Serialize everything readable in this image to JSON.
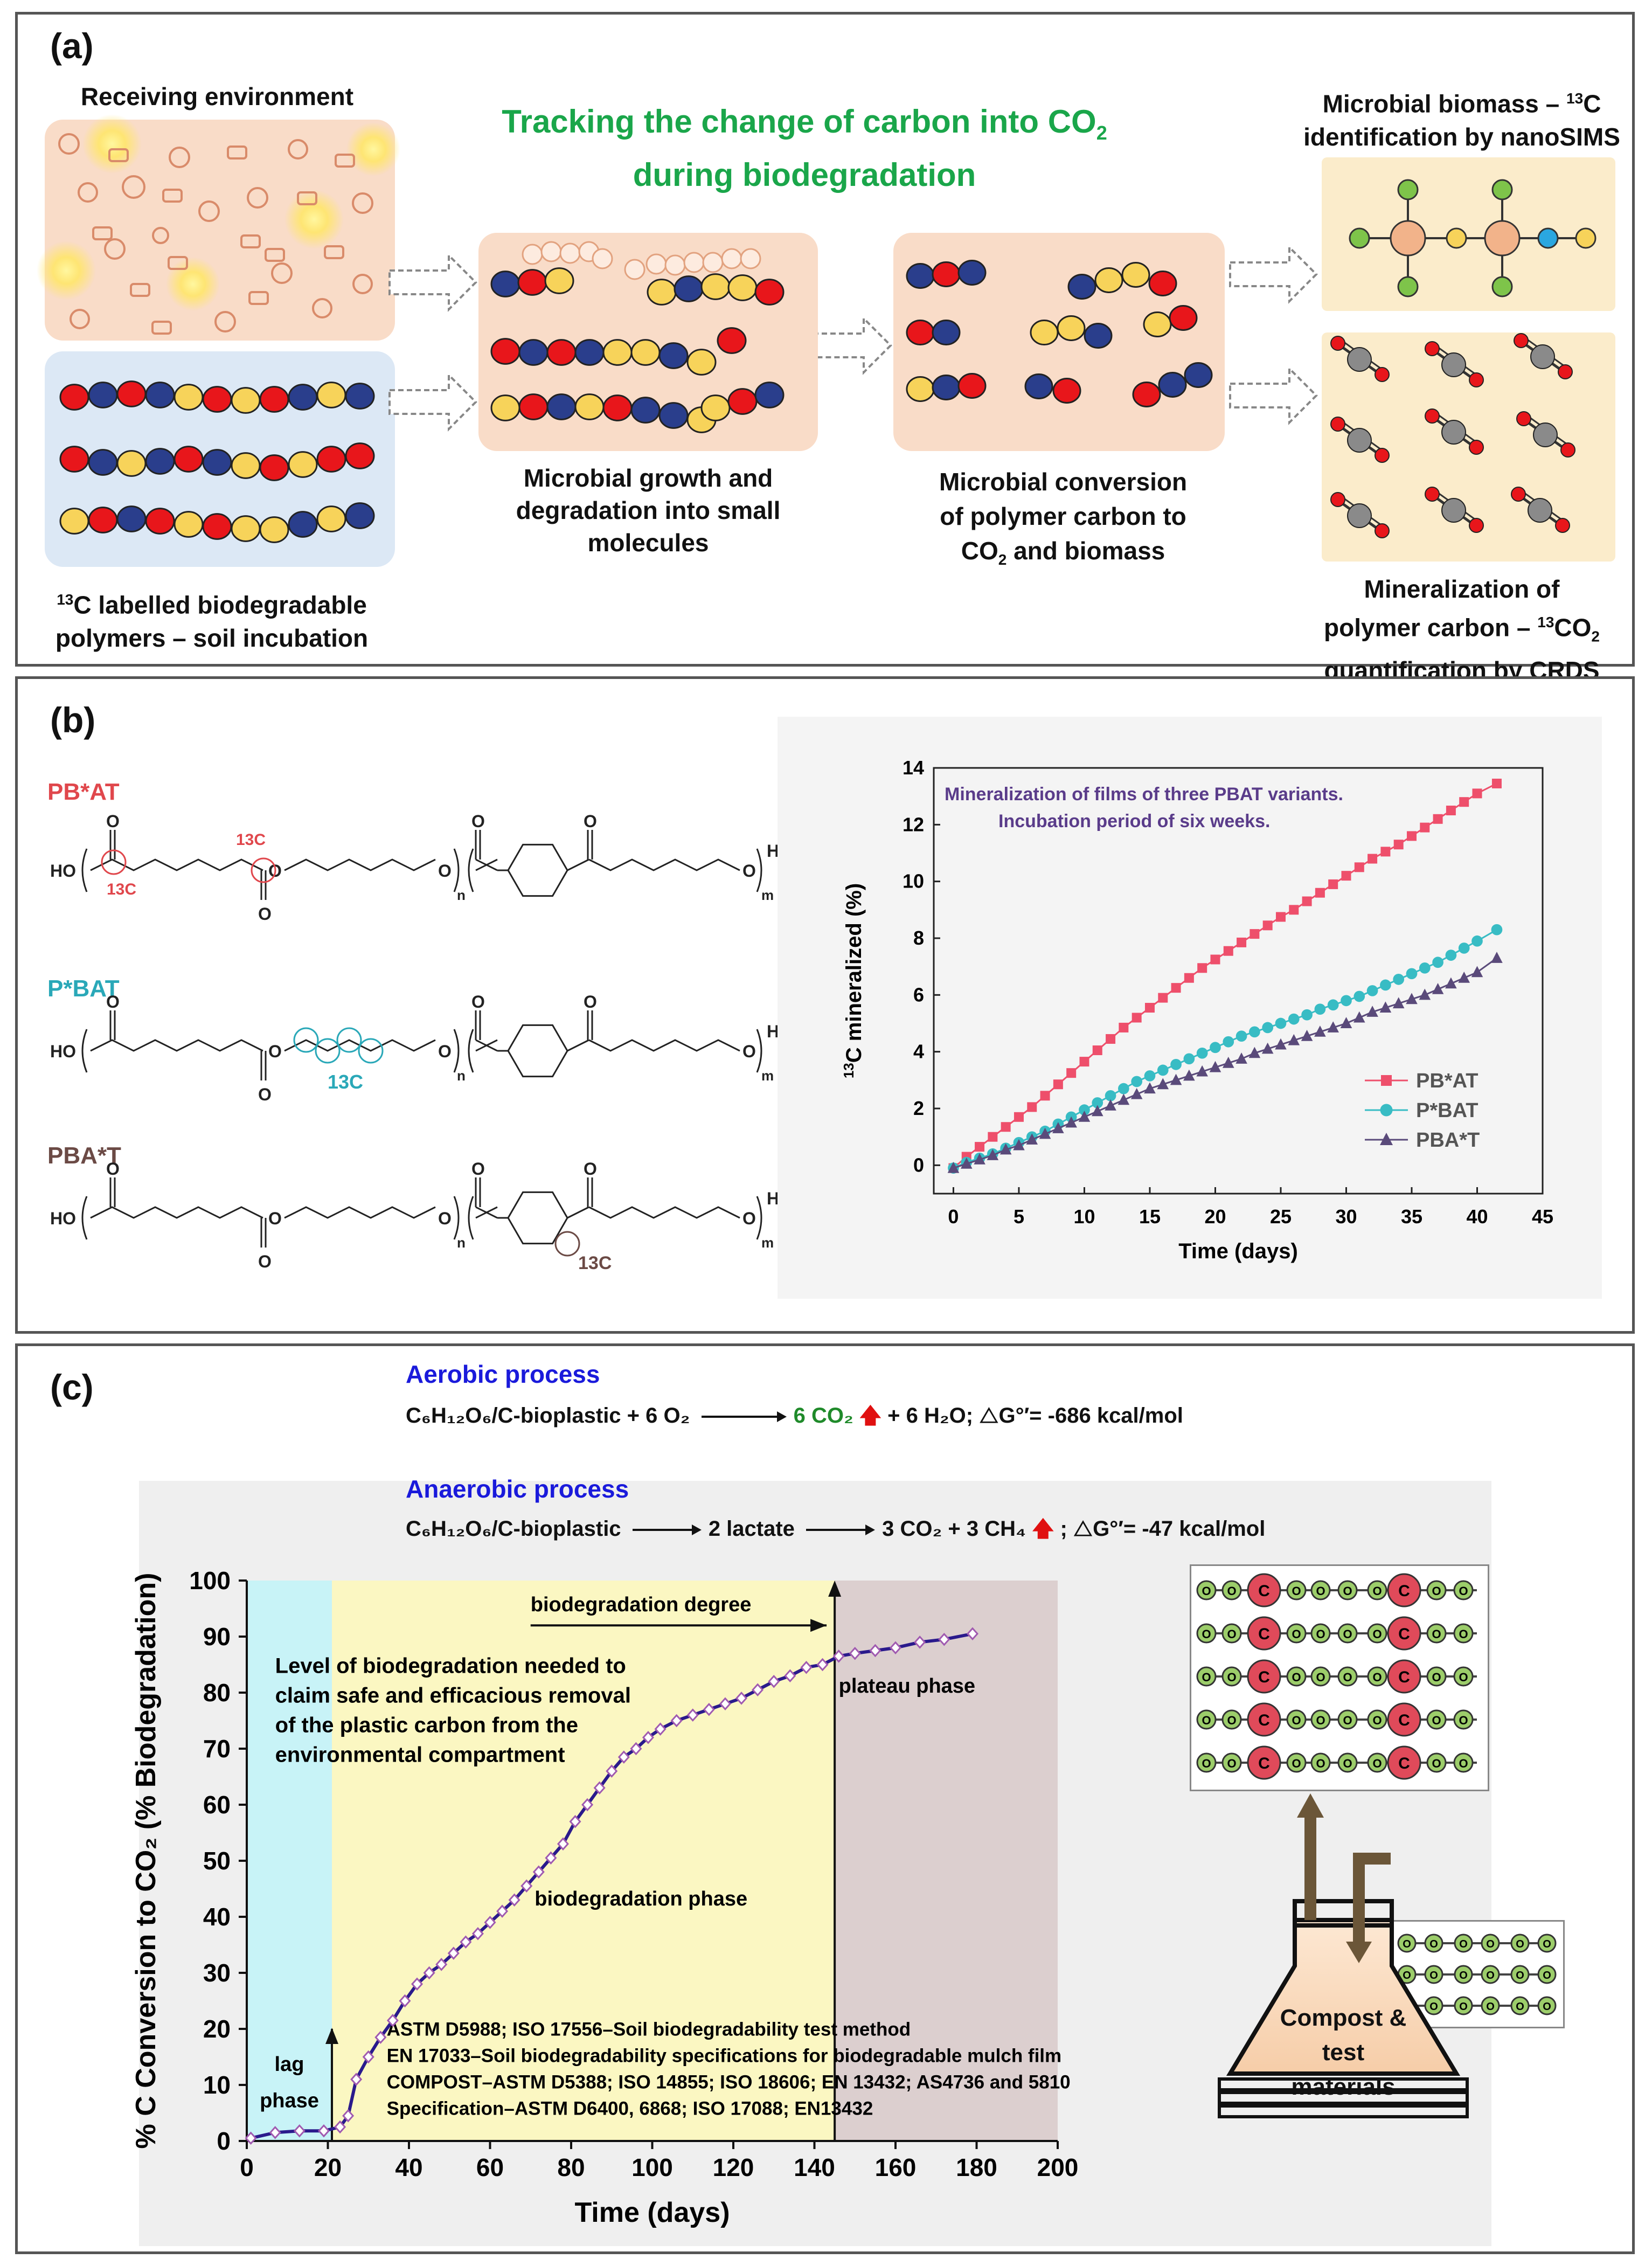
{
  "panel_a": {
    "label": "(a)",
    "receiving_env": "Receiving environment",
    "title_line1": "Tracking the change of carbon into CO",
    "title_line1_sub": "2",
    "title_line2": "during biodegradation",
    "labelled_line1_sup": "13",
    "labelled_line1": "C labelled biodegradable",
    "labelled_line2": "polymers – soil incubation",
    "growth_line1": "Microbial growth and",
    "growth_line2": "degradation into small",
    "growth_line3": "molecules",
    "conv_line1": "Microbial conversion",
    "conv_line2": "of polymer carbon to",
    "conv_line3a": "CO",
    "conv_line3_sub": "2",
    "conv_line3b": " and biomass",
    "biomass_line1a": "Microbial biomass – ",
    "biomass_line1_sup": "13",
    "biomass_line1b": "C",
    "biomass_line2": "identification by nanoSIMS",
    "miner_line1": "Mineralization of",
    "miner_line2a": "polymer carbon – ",
    "miner_line2_sup": "13",
    "miner_line2b": "CO",
    "miner_line2_sub": "2",
    "miner_line3": "quantification by CRDS",
    "colors": {
      "title_green": "#1aa64a",
      "soil_bg": "#f9dcc8",
      "polymer_bg": "#dce8f5",
      "biomass_bg": "#fbeccb",
      "red": "#e8161b",
      "blue": "#2a3e8c",
      "yellow": "#f7d35a",
      "gray": "#8a8a8a"
    }
  },
  "panel_b": {
    "label": "(b)",
    "struct1_name": "PB*AT",
    "struct2_name": "P*BAT",
    "struct3_name": "PBA*T",
    "ho": "HO",
    "h": "H",
    "o": "O",
    "n": "n",
    "m": "m",
    "c13_sup": "13",
    "c13_c": "C",
    "colors": {
      "pbat_red": "#e0474c",
      "pbat_cyan": "#2aa8b8",
      "pbat_brown": "#6b4a45"
    }
  },
  "chart_b": {
    "type": "line",
    "annotation1": "Mineralization of films of three PBAT variants.",
    "annotation2": "Incubation period of six weeks.",
    "xlabel": "Time (days)",
    "ylabel_sup": "13",
    "ylabel": "C mineralized (%)",
    "x_ticks": [
      "0",
      "5",
      "10",
      "15",
      "20",
      "25",
      "30",
      "35",
      "40",
      "45"
    ],
    "y_ticks": [
      "0",
      "2",
      "4",
      "6",
      "8",
      "10",
      "12",
      "14"
    ],
    "xlim": [
      -1.5,
      45
    ],
    "ylim": [
      -1,
      14
    ],
    "series": [
      {
        "name": "PB*AT",
        "color": "#ee4f6b",
        "marker": "square",
        "x": [
          0,
          1,
          2,
          3,
          4,
          5,
          6,
          7,
          8,
          9,
          10,
          11,
          12,
          13,
          14,
          15,
          16,
          17,
          18,
          19,
          20,
          21,
          22,
          23,
          24,
          25,
          26,
          27,
          28,
          29,
          30,
          31,
          32,
          33,
          34,
          35,
          36,
          37,
          38,
          39,
          40,
          41.5
        ],
        "values": [
          -0.1,
          0.3,
          0.65,
          1.0,
          1.35,
          1.7,
          2.05,
          2.45,
          2.85,
          3.25,
          3.65,
          4.05,
          4.45,
          4.85,
          5.2,
          5.55,
          5.9,
          6.25,
          6.6,
          6.95,
          7.25,
          7.55,
          7.85,
          8.15,
          8.45,
          8.75,
          9.0,
          9.3,
          9.6,
          9.9,
          10.2,
          10.5,
          10.8,
          11.05,
          11.3,
          11.6,
          11.9,
          12.2,
          12.5,
          12.8,
          13.1,
          13.45
        ]
      },
      {
        "name": "P*BAT",
        "color": "#38bcc4",
        "marker": "circle",
        "x": [
          0,
          1,
          2,
          3,
          4,
          5,
          6,
          7,
          8,
          9,
          10,
          11,
          12,
          13,
          14,
          15,
          16,
          17,
          18,
          19,
          20,
          21,
          22,
          23,
          24,
          25,
          26,
          27,
          28,
          29,
          30,
          31,
          32,
          33,
          34,
          35,
          36,
          37,
          38,
          39,
          40,
          41.5
        ],
        "values": [
          -0.1,
          0.1,
          0.25,
          0.4,
          0.6,
          0.8,
          1.0,
          1.2,
          1.45,
          1.7,
          1.95,
          2.2,
          2.45,
          2.7,
          2.95,
          3.15,
          3.35,
          3.55,
          3.75,
          3.95,
          4.15,
          4.35,
          4.55,
          4.7,
          4.85,
          5.0,
          5.15,
          5.3,
          5.5,
          5.65,
          5.8,
          5.95,
          6.15,
          6.35,
          6.55,
          6.75,
          6.95,
          7.15,
          7.4,
          7.65,
          7.9,
          8.3
        ]
      },
      {
        "name": "PBA*T",
        "color": "#5a4a7a",
        "marker": "triangle",
        "x": [
          0,
          1,
          2,
          3,
          4,
          5,
          6,
          7,
          8,
          9,
          10,
          11,
          12,
          13,
          14,
          15,
          16,
          17,
          18,
          19,
          20,
          21,
          22,
          23,
          24,
          25,
          26,
          27,
          28,
          29,
          30,
          31,
          32,
          33,
          34,
          35,
          36,
          37,
          38,
          39,
          40,
          41.5
        ],
        "values": [
          -0.1,
          0.05,
          0.2,
          0.35,
          0.55,
          0.7,
          0.9,
          1.1,
          1.3,
          1.5,
          1.7,
          1.9,
          2.1,
          2.3,
          2.5,
          2.7,
          2.85,
          3.0,
          3.15,
          3.3,
          3.45,
          3.6,
          3.75,
          3.95,
          4.1,
          4.25,
          4.4,
          4.55,
          4.7,
          4.85,
          5.0,
          5.2,
          5.4,
          5.55,
          5.7,
          5.85,
          6.0,
          6.2,
          6.4,
          6.6,
          6.8,
          7.3
        ]
      }
    ]
  },
  "panel_c": {
    "label": "(c)",
    "aerobic_title": "Aerobic process",
    "aerobic_lhs": "C₆H₁₂O₆/C-bioplastic  +  6 O₂",
    "aerobic_co2": "6 CO₂",
    "aerobic_rest": "+  6 H₂O;  △G°′= -686 kcal/mol",
    "anaerobic_title": "Anaerobic process",
    "anaerobic_lhs": "C₆H₁₂O₆/C-bioplastic",
    "anaerobic_mid": "2 lactate",
    "anaerobic_rhs": "3 CO₂  +  3 CH₄",
    "anaerobic_dg": ";  △G°′= -47 kcal/mol",
    "compost_line1": "Compost &",
    "compost_line2": "test",
    "compost_line3": "materials",
    "c_letter": "C",
    "o_letter": "O",
    "colors": {
      "blue_title": "#1a1adb",
      "arrow_red": "#e01010",
      "co2_green": "#1f8a2a",
      "lag_bg": "#c8f3f7",
      "bio_bg": "#fbf7c2",
      "plateau_bg": "#dccfcf",
      "plot_bg": "#efefef",
      "curve": "#2a1a8c",
      "marker": "#a05ab0",
      "flask_arrow": "#6b5638"
    }
  },
  "chart_c": {
    "type": "line",
    "xlabel": "Time (days)",
    "ylabel": "% C Conversion to CO₂ (% Biodegradation)",
    "x_ticks": [
      "0",
      "20",
      "40",
      "60",
      "80",
      "100",
      "120",
      "140",
      "160",
      "180",
      "200"
    ],
    "y_ticks": [
      "0",
      "10",
      "20",
      "30",
      "40",
      "50",
      "60",
      "70",
      "80",
      "90",
      "100"
    ],
    "xlim": [
      0,
      200
    ],
    "ylim": [
      0,
      100
    ],
    "phases": {
      "lag_end": 21,
      "bio_end": 145,
      "plateau_end": 200
    },
    "lag_label1": "lag",
    "lag_label2": "phase",
    "bio_label": "biodegradation phase",
    "plateau_label": "plateau phase",
    "degree_label": "biodegradation degree",
    "level_line1": "Level of biodegradation needed to",
    "level_line2": "claim safe and efficacious removal",
    "level_line3": "of  the plastic carbon from the",
    "level_line4": "environmental compartment",
    "standards": [
      "ASTM D5988; ISO 17556–Soil biodegradability test method",
      "EN 17033–Soil biodegradability specifications for biodegradable mulch film",
      "COMPOST–ASTM D5388; ISO 14855; ISO 18606; EN 13432; AS4736 and 5810",
      "Specification–ASTM D6400, 6868; ISO 17088; EN13432"
    ],
    "x": [
      1,
      7,
      13,
      19,
      23,
      25,
      27,
      30,
      33,
      36,
      39,
      42,
      45,
      48,
      51,
      54,
      57,
      60,
      63,
      66,
      69,
      72,
      75,
      78,
      81,
      84,
      87,
      90,
      93,
      96,
      99,
      102,
      106,
      110,
      114,
      118,
      122,
      126,
      130,
      134,
      138,
      142,
      146,
      150,
      155,
      160,
      166,
      172,
      179
    ],
    "values": [
      0.5,
      1.5,
      1.8,
      1.8,
      2.5,
      4.5,
      11,
      15,
      18.5,
      21.5,
      25,
      28,
      30,
      31.5,
      33.5,
      35.5,
      37,
      39,
      41,
      43,
      45.5,
      48,
      50.5,
      53,
      57,
      60,
      63,
      66,
      68.5,
      70,
      72,
      73.5,
      75,
      76,
      77,
      78,
      79,
      80.5,
      82,
      83,
      84.5,
      85,
      86.5,
      87,
      87.5,
      88,
      89,
      89.5,
      90.5
    ]
  }
}
